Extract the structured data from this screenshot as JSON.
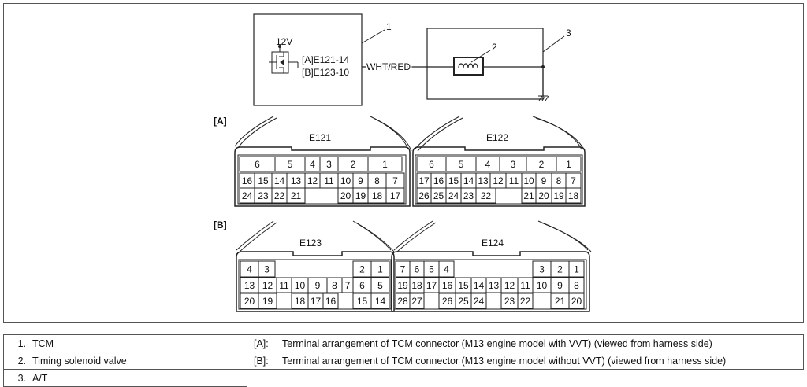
{
  "diagram": {
    "supply_label": "12V",
    "tcm_terminal_a": "[A]E121-14",
    "tcm_terminal_b": "[B]E123-10",
    "wire_label": "WHT/RED",
    "callouts": [
      "1",
      "2",
      "3"
    ],
    "section_a_label": "[A]",
    "section_b_label": "[B]"
  },
  "connectors": {
    "E121": {
      "name": "E121",
      "header": [
        "6",
        "5",
        "4",
        "3",
        "2",
        "1"
      ],
      "row1": [
        "16",
        "15",
        "14",
        "13",
        "12",
        "11",
        "10",
        "9",
        "8",
        "7"
      ],
      "row2": [
        "24",
        "23",
        "22",
        "21",
        "20",
        "19",
        "18",
        "17"
      ]
    },
    "E122": {
      "name": "E122",
      "header": [
        "6",
        "5",
        "4",
        "3",
        "2",
        "1"
      ],
      "row1": [
        "17",
        "16",
        "15",
        "14",
        "13",
        "12",
        "11",
        "10",
        "9",
        "8",
        "7"
      ],
      "row2": [
        "26",
        "25",
        "24",
        "23",
        "22",
        "21",
        "20",
        "19",
        "18"
      ]
    },
    "E123": {
      "name": "E123",
      "row0": [
        "4",
        "3",
        "2",
        "1"
      ],
      "row1": [
        "13",
        "12",
        "11",
        "10",
        "9",
        "8",
        "7",
        "6",
        "5"
      ],
      "row2": [
        "20",
        "19",
        "18",
        "17",
        "16",
        "15",
        "14"
      ]
    },
    "E124": {
      "name": "E124",
      "row0": [
        "7",
        "6",
        "5",
        "4",
        "3",
        "2",
        "1"
      ],
      "row1": [
        "19",
        "18",
        "17",
        "16",
        "15",
        "14",
        "13",
        "12",
        "11",
        "10",
        "9",
        "8"
      ],
      "row2": [
        "28",
        "27",
        "26",
        "25",
        "24",
        "23",
        "22",
        "21",
        "20"
      ]
    }
  },
  "legend": {
    "items": [
      {
        "num": "1.",
        "label": "TCM"
      },
      {
        "num": "2.",
        "label": "Timing solenoid valve"
      },
      {
        "num": "3.",
        "label": "A/T"
      }
    ],
    "notes": [
      {
        "tag": "[A]:",
        "text": "Terminal arrangement of TCM connector (M13 engine model with VVT) (viewed from harness side)"
      },
      {
        "tag": "[B]:",
        "text": "Terminal arrangement of TCM connector (M13 engine model without VVT) (viewed from harness side)"
      }
    ]
  }
}
